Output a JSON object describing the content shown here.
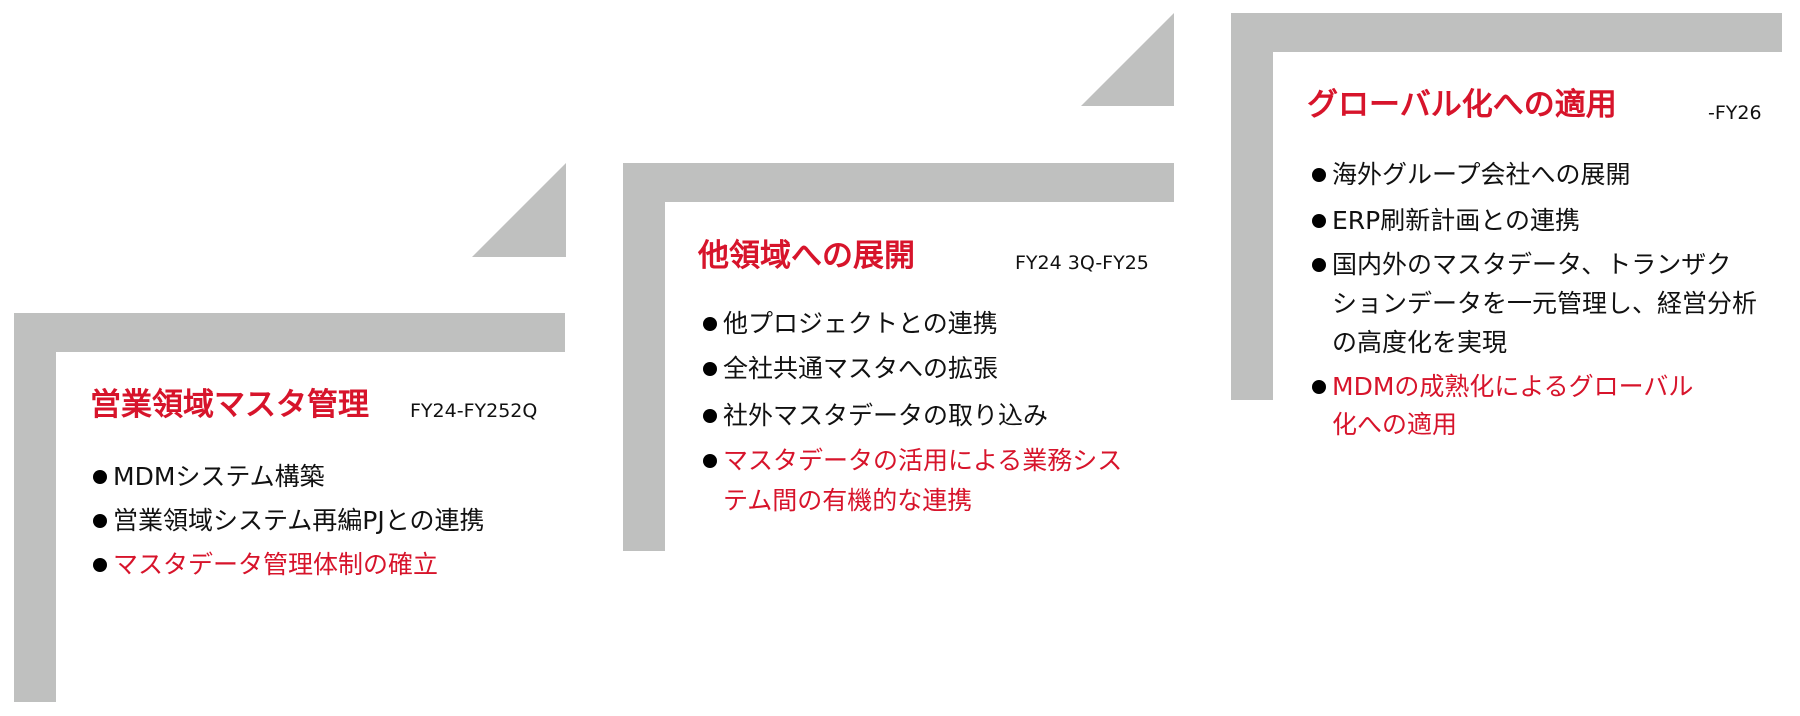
{
  "colors": {
    "accent_red": "#d7142b",
    "bar_gray": "#bfc0bf",
    "text": "#111111"
  },
  "steps": [
    {
      "title": "営業領域マスタ管理",
      "period": "FY24-FY252Q",
      "items": [
        {
          "lines": [
            "MDMシステム構築"
          ],
          "highlight": false
        },
        {
          "lines": [
            "営業領域システム再編PJとの連携"
          ],
          "highlight": false
        },
        {
          "lines": [
            "マスタデータ管理体制の確立"
          ],
          "highlight": true
        }
      ]
    },
    {
      "title": "他領域への展開",
      "period": "FY24 3Q-FY25",
      "items": [
        {
          "lines": [
            "他プロジェクトとの連携"
          ],
          "highlight": false
        },
        {
          "lines": [
            "全社共通マスタへの拡張"
          ],
          "highlight": false
        },
        {
          "lines": [
            "社外マスタデータの取り込み"
          ],
          "highlight": false
        },
        {
          "lines": [
            "マスタデータの活用による業務シス",
            "テム間の有機的な連携"
          ],
          "highlight": true
        }
      ]
    },
    {
      "title": "グローバル化への適用",
      "period": "-FY26",
      "items": [
        {
          "lines": [
            "海外グループ会社への展開"
          ],
          "highlight": false
        },
        {
          "lines": [
            "ERP刷新計画との連携"
          ],
          "highlight": false
        },
        {
          "lines": [
            "国内外のマスタデータ、トランザク",
            "ションデータを一元管理し、経営分析",
            "の高度化を実現"
          ],
          "highlight": false
        },
        {
          "lines": [
            "MDMの成熟化によるグローバル",
            "化への適用"
          ],
          "highlight": true
        }
      ]
    }
  ]
}
